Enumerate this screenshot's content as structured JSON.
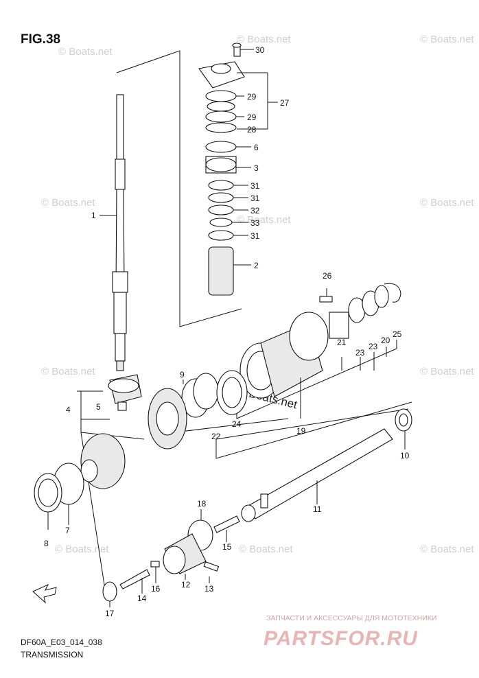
{
  "figure": {
    "title": "FIG.38"
  },
  "footer": {
    "code": "DF60A_E03_014_038",
    "name": "TRANSMISSION"
  },
  "watermarks": {
    "small": "© Boats.net",
    "center": "© Boats.net"
  },
  "brand": {
    "tagline": "ЗАПЧАСТИ И АКСЕССУАРЫ ДЛЯ МОТОТЕХНИКИ",
    "name": "PARTSFOR.RU"
  },
  "callouts": {
    "p1": "1",
    "p2": "2",
    "p3": "3",
    "p4": "4",
    "p5": "5",
    "p6": "6",
    "p7": "7",
    "p8": "8",
    "p9": "9",
    "p10": "10",
    "p11": "11",
    "p12": "12",
    "p13": "13",
    "p14": "14",
    "p15": "15",
    "p16": "16",
    "p17": "17",
    "p18": "18",
    "p19": "19",
    "p20": "20",
    "p21": "21",
    "p22": "22",
    "p23": "23",
    "p24": "24",
    "p25": "25",
    "p26": "26",
    "p27": "27",
    "p28": "28",
    "p29a": "29",
    "p29b": "29",
    "p30": "30",
    "p31a": "31",
    "p31b": "31",
    "p31c": "31",
    "p32": "32",
    "p33": "33"
  },
  "icons": {
    "front_arrow": "fwd-arrow-icon"
  }
}
